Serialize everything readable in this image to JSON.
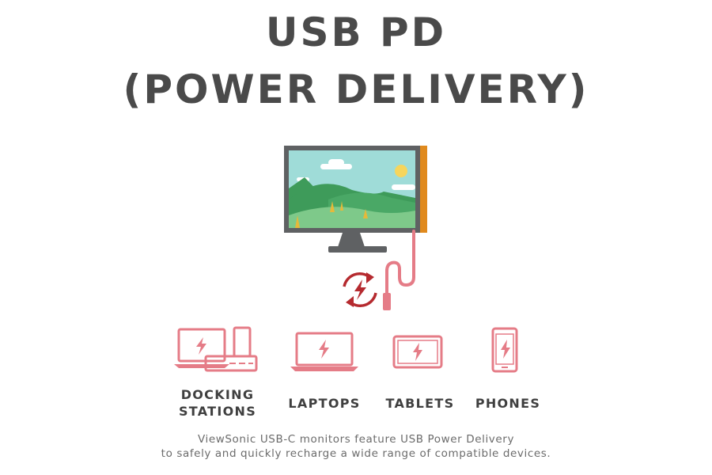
{
  "title": {
    "line1": "USB PD",
    "line2": "(POWER DELIVERY)"
  },
  "colors": {
    "title": "#4a4a4a",
    "icon_pink": "#e57c87",
    "sync_red": "#b52a2f",
    "monitor_frame": "#5f6163",
    "monitor_side": "#e08a1e",
    "sky": "#9fdcd8",
    "hill_dark": "#3e9b5a",
    "hill_light": "#7ec98a"
  },
  "illustration": {
    "monitor_icon": "monitor-with-landscape",
    "sync_icon": "power-sync-icon"
  },
  "devices": [
    {
      "id": "docking",
      "icon": "docking-station-icon",
      "label_line1": "DOCKING",
      "label_line2": "STATIONS"
    },
    {
      "id": "laptops",
      "icon": "laptop-icon",
      "label_line1": "LAPTOPS"
    },
    {
      "id": "tablets",
      "icon": "tablet-icon",
      "label_line1": "TABLETS"
    },
    {
      "id": "phones",
      "icon": "phone-icon",
      "label_line1": "PHONES"
    }
  ],
  "caption": {
    "line1": "ViewSonic USB-C monitors feature USB Power Delivery",
    "line2": "to safely and quickly recharge a wide range of compatible devices."
  }
}
